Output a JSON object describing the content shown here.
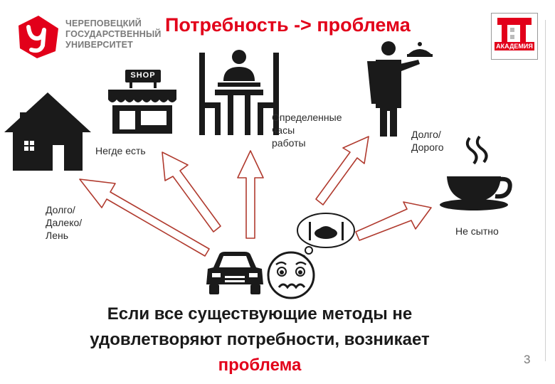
{
  "university": {
    "line1": "ЧЕРЕПОВЕЦКИЙ",
    "line2": "ГОСУДАРСТВЕННЫЙ",
    "line3": "УНИВЕРСИТЕТ"
  },
  "title": "Потребность -> проблема",
  "academy_badge": "АКАДЕМИЯ",
  "shop_sign": "SHOP",
  "labels": {
    "nowhere_to_eat": "Негде есть",
    "long_far_lazy": [
      "Долго/",
      "Далеко/",
      "Лень"
    ],
    "certain_hours": [
      "Определенные",
      "часы",
      "работы"
    ],
    "long_expensive": [
      "Долго/",
      "Дорого"
    ],
    "not_filling": "Не сытно"
  },
  "conclusion": {
    "line1": "Если все существующие методы не",
    "line2": "удовлетворяют потребности, возникает",
    "line3": "проблема"
  },
  "page_number": "3",
  "colors": {
    "accent": "#e2001a",
    "arrow_stroke": "#b03a2e",
    "icon": "#1a1a1a"
  }
}
